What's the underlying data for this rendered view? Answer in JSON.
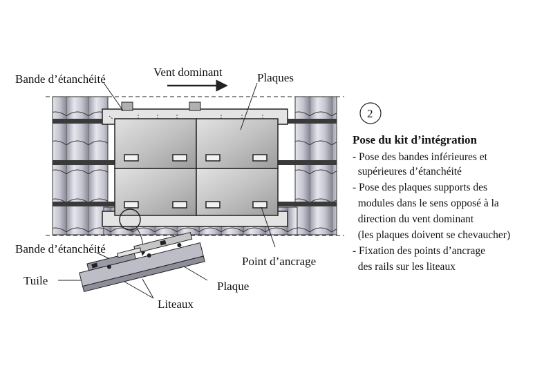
{
  "diagram": {
    "step_number": "2",
    "labels": {
      "top_band": "Bande d’étanchéité",
      "wind": "Vent dominant",
      "plates": "Plaques",
      "anchor_point": "Point d’ancrage",
      "detail_band": "Bande d’étanchéité",
      "tile": "Tuile",
      "plate": "Plaque",
      "battens": "Liteaux"
    },
    "step": {
      "title": "Pose du kit d’intégration",
      "lines": [
        "- Pose des bandes inférieures et",
        "  supérieures d’étanchéité",
        "- Pose des plaques supports des",
        "  modules dans le sens opposé à la",
        "  direction du vent dominant",
        "  (les plaques doivent se chevaucher)",
        "- Fixation des points d’ancrage",
        "  des rails sur les liteaux"
      ]
    },
    "colors": {
      "tile_fill": "#c9c9d6",
      "plate_fill": "#c6c6c6",
      "band_fill": "#e4e4e4",
      "stroke": "#222222"
    }
  }
}
